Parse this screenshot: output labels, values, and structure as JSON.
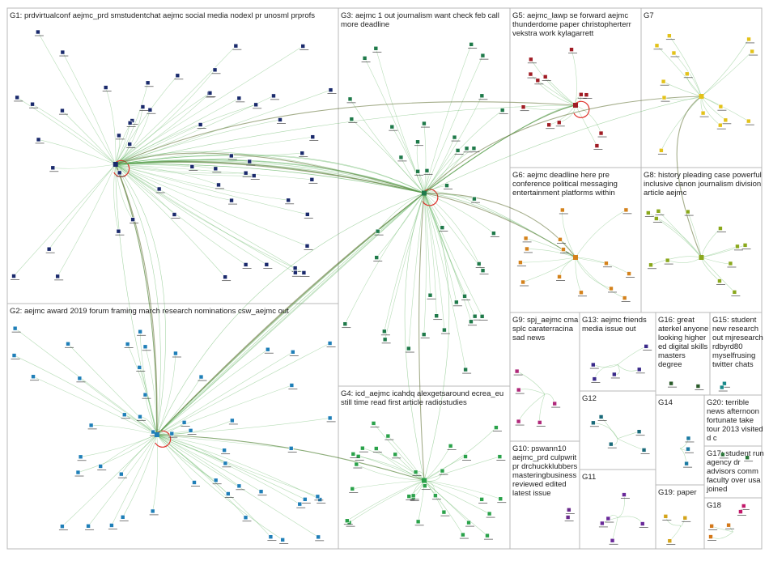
{
  "groups": [
    {
      "id": "G1",
      "lines": [
        "G1: prdvirtualconf aejmc_prd smstudentchat aejmc social media nodexl pr unosml prprofs"
      ],
      "color": "#1a2a6c",
      "nodes": 55
    },
    {
      "id": "G2",
      "lines": [
        "G2: aejmc award 2019 forum framing march research nominations csw_aejmc out"
      ],
      "color": "#1f7fb8",
      "nodes": 50
    },
    {
      "id": "G3",
      "lines": [
        "G3: aejmc 1 out journalism want check feb call",
        "more deadline"
      ],
      "color": "#1f7a4a",
      "nodes": 40
    },
    {
      "id": "G4",
      "lines": [
        "G4: icd_aejmc icahdq alexgetsaround ecrea_eu",
        "still time read first article radiostudies"
      ],
      "color": "#2aa24a",
      "nodes": 30
    },
    {
      "id": "G5",
      "lines": [
        "G5: aejmc_lawp se forward aejmc",
        "thunderdome paper christopherterr",
        "vekstra work kylagarrett"
      ],
      "color": "#a01c24",
      "nodes": 12
    },
    {
      "id": "G6",
      "lines": [
        "G6: aejmc deadline here pre",
        "conference political messaging",
        "entertainment platforms within"
      ],
      "color": "#d4821c",
      "nodes": 14
    },
    {
      "id": "G7",
      "lines": [
        "G7"
      ],
      "color": "#e3c21a",
      "nodes": 14
    },
    {
      "id": "G8",
      "lines": [
        "G8: history pleading case powerful",
        "inclusive canon journalism division",
        "article aejmc"
      ],
      "color": "#8aa81c",
      "nodes": 12
    },
    {
      "id": "G9",
      "lines": [
        "G9: spj_aejmc cma",
        "splc caraterracina",
        "sad news"
      ],
      "color": "#b0287a",
      "nodes": 5
    },
    {
      "id": "G10",
      "lines": [
        "G10: pswann10",
        "aejmc_prd culpwrit",
        "pr drchuckklubbers",
        "masteringbusiness",
        "reviewed edited",
        "latest issue"
      ],
      "color": "#6a2a8c",
      "nodes": 2
    },
    {
      "id": "G11",
      "lines": [
        "G11"
      ],
      "color": "#6a2a9a",
      "nodes": 5
    },
    {
      "id": "G12",
      "lines": [
        "G12"
      ],
      "color": "#1a6a7a",
      "nodes": 5
    },
    {
      "id": "G13",
      "lines": [
        "G13: aejmc friends",
        "media issue out"
      ],
      "color": "#3a2a8a",
      "nodes": 5
    },
    {
      "id": "G14",
      "lines": [
        "G14"
      ],
      "color": "#1a7aa2",
      "nodes": 3
    },
    {
      "id": "G15",
      "lines": [
        "G15: student",
        "new research",
        "out mjresearch",
        "rdbyrd80",
        "myselfrusing",
        "twitter chats"
      ],
      "color": "#1a8a8a",
      "nodes": 2
    },
    {
      "id": "G16",
      "lines": [
        "G16: great",
        "aterkel anyone",
        "looking higher",
        "ed digital skills",
        "masters",
        "degree"
      ],
      "color": "#2a5a2a",
      "nodes": 2
    },
    {
      "id": "G17",
      "lines": [
        "G17: student run",
        "agency dr",
        "advisors comm",
        "faculty over usa",
        "joined"
      ],
      "color": "#c2186a",
      "nodes": 2
    },
    {
      "id": "G18",
      "lines": [
        "G18"
      ],
      "color": "#d4781a",
      "nodes": 3
    },
    {
      "id": "G19",
      "lines": [
        "G19: paper"
      ],
      "color": "#d4a41a",
      "nodes": 3
    },
    {
      "id": "G20",
      "lines": [
        "G20: terrible",
        "news afternoon",
        "fortunate take",
        "tour 2013 visited",
        "d c"
      ],
      "color": "#2a7a3a",
      "nodes": 2
    }
  ],
  "edge_color": "#5fb35f"
}
